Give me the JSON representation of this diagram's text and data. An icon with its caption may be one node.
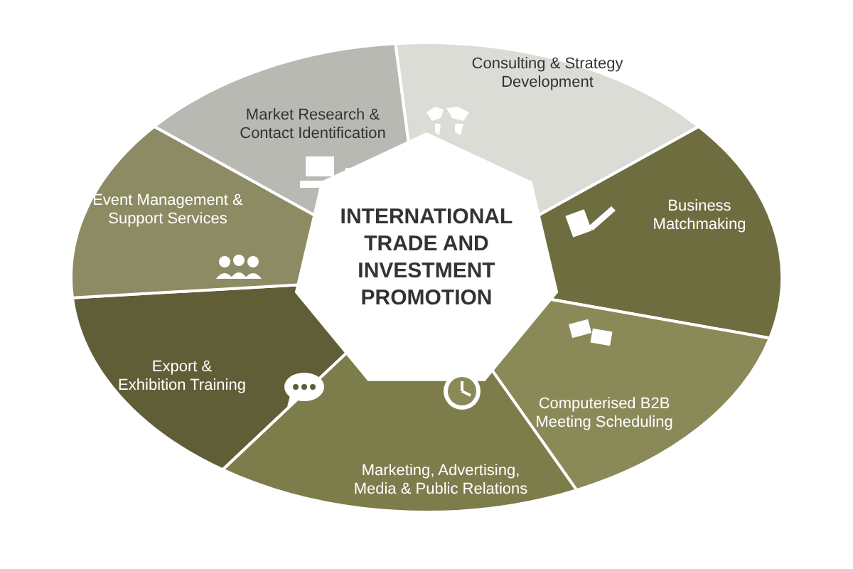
{
  "diagram": {
    "nodes": [
      {
        "text": [
          "INTERNATIONAL TRADE AND INVESTMENT PROMOTION"
        ]
      },
      {
        "text": [
          "Market Research & Contact Identification"
        ]
      },
      {
        "text": [
          "Consulting & Strategy Development"
        ]
      },
      {
        "text": [
          "Business Matchmaking"
        ]
      },
      {
        "text": [
          "Computerised B2B Meeting Scheduling"
        ]
      },
      {
        "text": [
          "Marketing, Advertising, Media & Public Relations"
        ]
      },
      {
        "text": [
          "Export & Exhibition Training"
        ]
      },
      {
        "text": [
          "Event Management & Support Services"
        ]
      }
    ],
    "edges": []
  }
}
